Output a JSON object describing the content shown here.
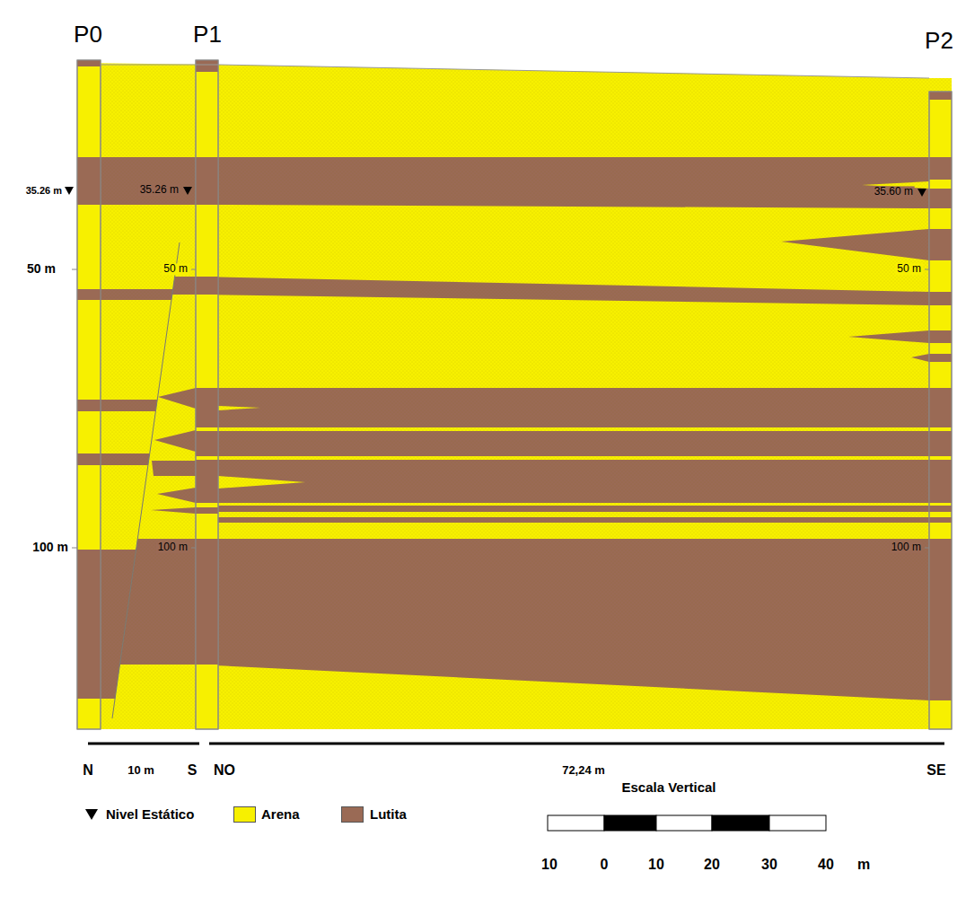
{
  "diagram": {
    "labels": [
      "P0",
      "P1",
      "P2",
      "35.26 m",
      "35.26 m",
      "35.60 m",
      "50 m",
      "50 m",
      "50 m",
      "100 m",
      "100 m",
      "100 m",
      "N",
      "10 m",
      "S",
      "NO",
      "72,24 m",
      "SE",
      "Escala Vertical",
      "10",
      "0",
      "10",
      "20",
      "30",
      "40",
      "m"
    ],
    "legend": [
      {
        "text": "Nivel Estático"
      },
      {
        "text": "Arena",
        "color": "#f7f000"
      },
      {
        "text": "Lutita",
        "color": "#9a6a55"
      }
    ]
  }
}
